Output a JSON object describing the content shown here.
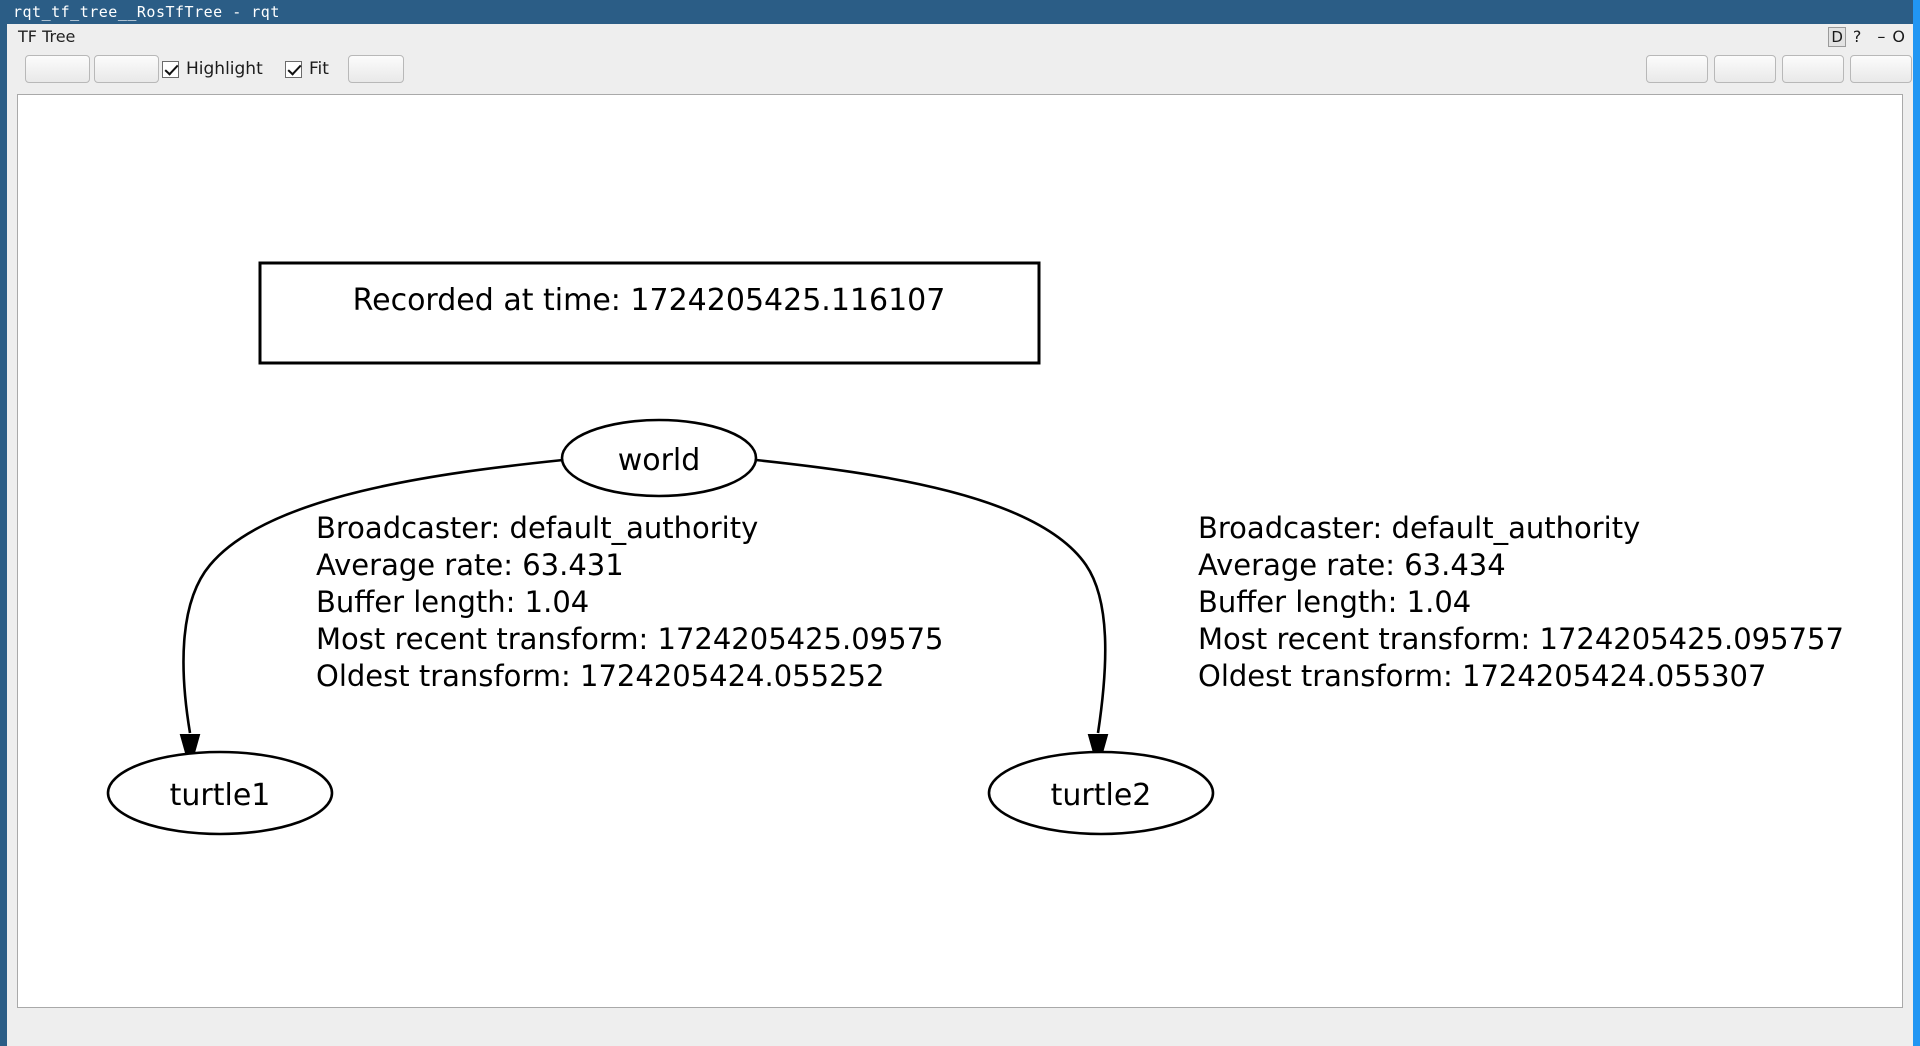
{
  "window": {
    "title": "rqt_tf_tree__RosTfTree - rqt"
  },
  "dock": {
    "title": "TF Tree",
    "buttons": [
      {
        "name": "dock-float-icon",
        "glyph": "D"
      },
      {
        "name": "help-icon",
        "glyph": "?"
      },
      {
        "name": "minimize-icon",
        "glyph": "–"
      },
      {
        "name": "close-icon",
        "glyph": "O"
      }
    ]
  },
  "toolbar": {
    "left_buttons": [
      {
        "name": "refresh-button",
        "label": ""
      },
      {
        "name": "auto-refresh-button",
        "label": ""
      }
    ],
    "checkboxes": [
      {
        "name": "highlight-checkbox",
        "label": "Highlight",
        "checked": true
      },
      {
        "name": "fit-checkbox",
        "label": "Fit",
        "checked": true
      }
    ],
    "after_checkbox_button": {
      "name": "fit-in-view-button",
      "label": ""
    },
    "right_buttons": [
      {
        "name": "load-dot-button",
        "label": ""
      },
      {
        "name": "save-dot-button",
        "label": ""
      },
      {
        "name": "save-svg-button",
        "label": ""
      },
      {
        "name": "save-image-button",
        "label": ""
      }
    ]
  },
  "graph": {
    "recorded_box": {
      "text": "Recorded at time: 1724205425.116107"
    },
    "nodes": [
      {
        "id": "world",
        "label": "world"
      },
      {
        "id": "turtle1",
        "label": "turtle1"
      },
      {
        "id": "turtle2",
        "label": "turtle2"
      }
    ],
    "edges": [
      {
        "from": "world",
        "to": "turtle1",
        "lines": [
          "Broadcaster: default_authority",
          "Average rate: 63.431",
          "Buffer length: 1.04",
          "Most recent transform: 1724205425.09575",
          "Oldest transform: 1724205424.055252"
        ]
      },
      {
        "from": "world",
        "to": "turtle2",
        "lines": [
          "Broadcaster: default_authority",
          "Average rate: 63.434",
          "Buffer length: 1.04",
          "Most recent transform: 1724205425.095757",
          "Oldest transform: 1724205424.055307"
        ]
      }
    ]
  },
  "colors": {
    "title_bar": "#2b5d86",
    "accent_right_border": "#2196f3",
    "chrome": "#eeeeee",
    "canvas": "#ffffff",
    "graph_stroke": "#000000"
  }
}
